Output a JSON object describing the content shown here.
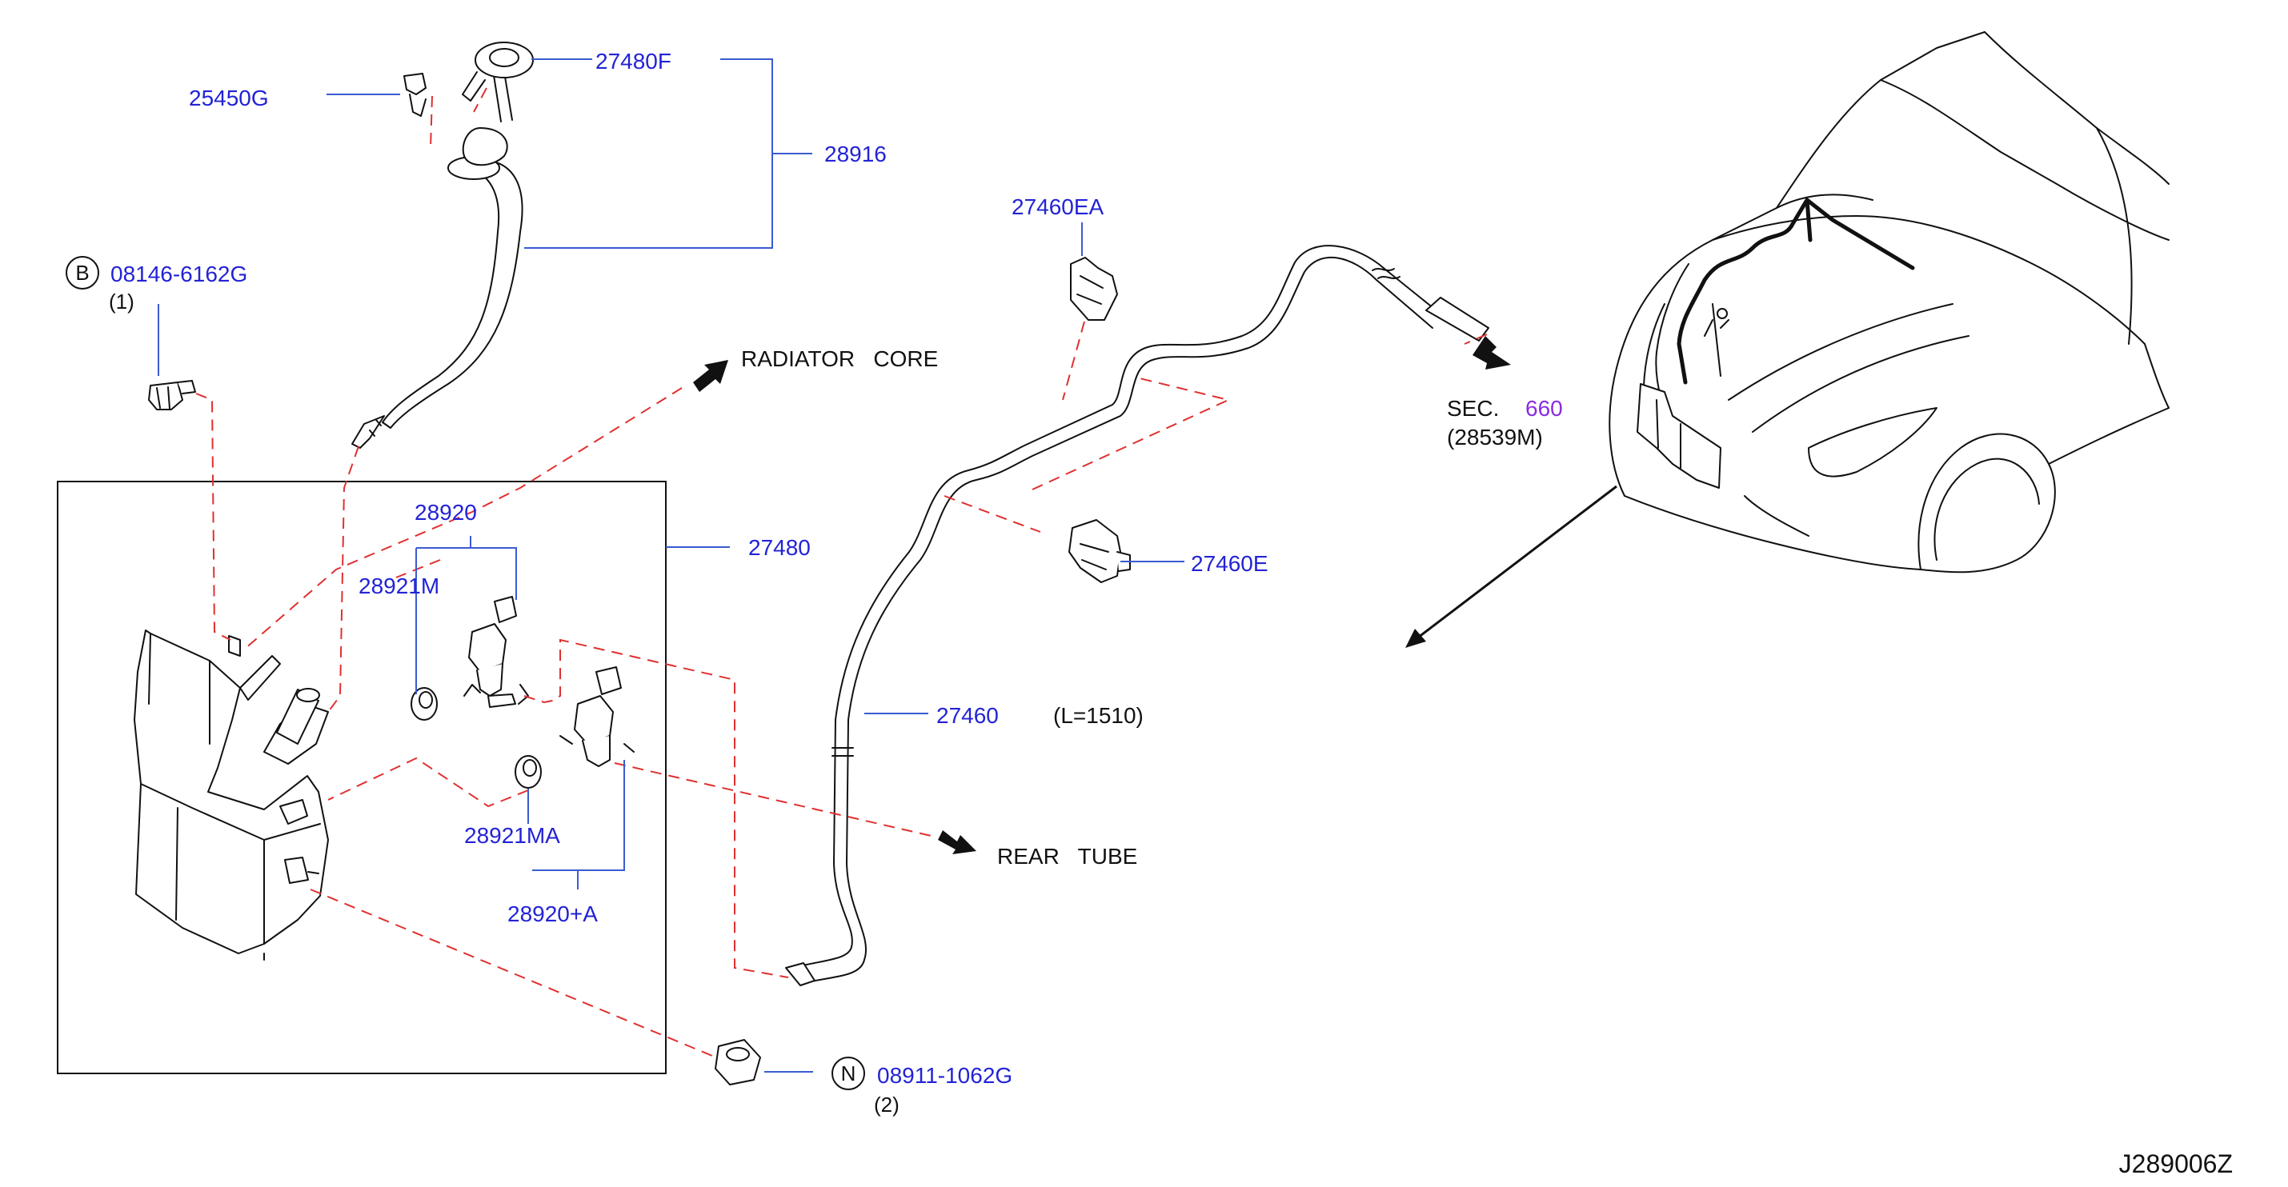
{
  "colors": {
    "label": "#2323d6",
    "leader": "#3a5bd0",
    "dashed_connector": "#e03030",
    "outline": "#111111",
    "section_number": "#8a2be2"
  },
  "labels": {
    "p_25450G": "25450G",
    "p_27480F": "27480F",
    "p_28916": "28916",
    "bolt_marker": "B",
    "bolt_part": "08146-6162G",
    "bolt_qty": "(1)",
    "radiator_core": "RADIATOR   CORE",
    "p_28920": "28920",
    "p_28921M": "28921M",
    "p_27480": "27480",
    "p_27460EA": "27460EA",
    "p_27460E": "27460E",
    "p_27460": "27460",
    "tube_length": "(L=1510)",
    "sec_prefix": "SEC.",
    "sec_number": "660",
    "sec_ref": "(28539M)",
    "rear_tube": "REAR   TUBE",
    "p_28921MA": "28921MA",
    "p_28920A": "28920+A",
    "nut_marker": "N",
    "nut_part": "08911-1062G",
    "nut_qty": "(2)",
    "diagram_code": "J289006Z"
  }
}
